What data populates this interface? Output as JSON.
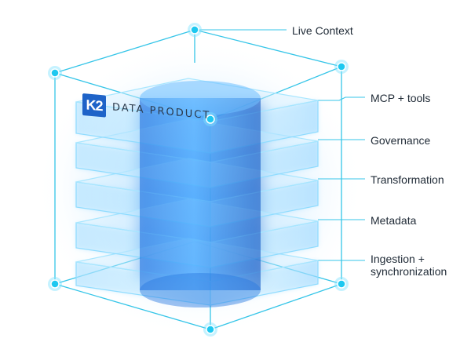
{
  "brand": {
    "logo_text": "K2",
    "product_text": "DATA PRODUCT"
  },
  "layers": [
    {
      "label": "Live Context"
    },
    {
      "label": "MCP + tools"
    },
    {
      "label": "Governance"
    },
    {
      "label": "Transformation"
    },
    {
      "label": "Metadata"
    },
    {
      "label": "Ingestion +"
    }
  ],
  "extra_label": "synchronization",
  "colors": {
    "accent": "#1e88e5",
    "line": "#35c5e8",
    "node": "#1ec8f0",
    "text": "#1f2a36",
    "logo_bg": "#1e63c8"
  }
}
